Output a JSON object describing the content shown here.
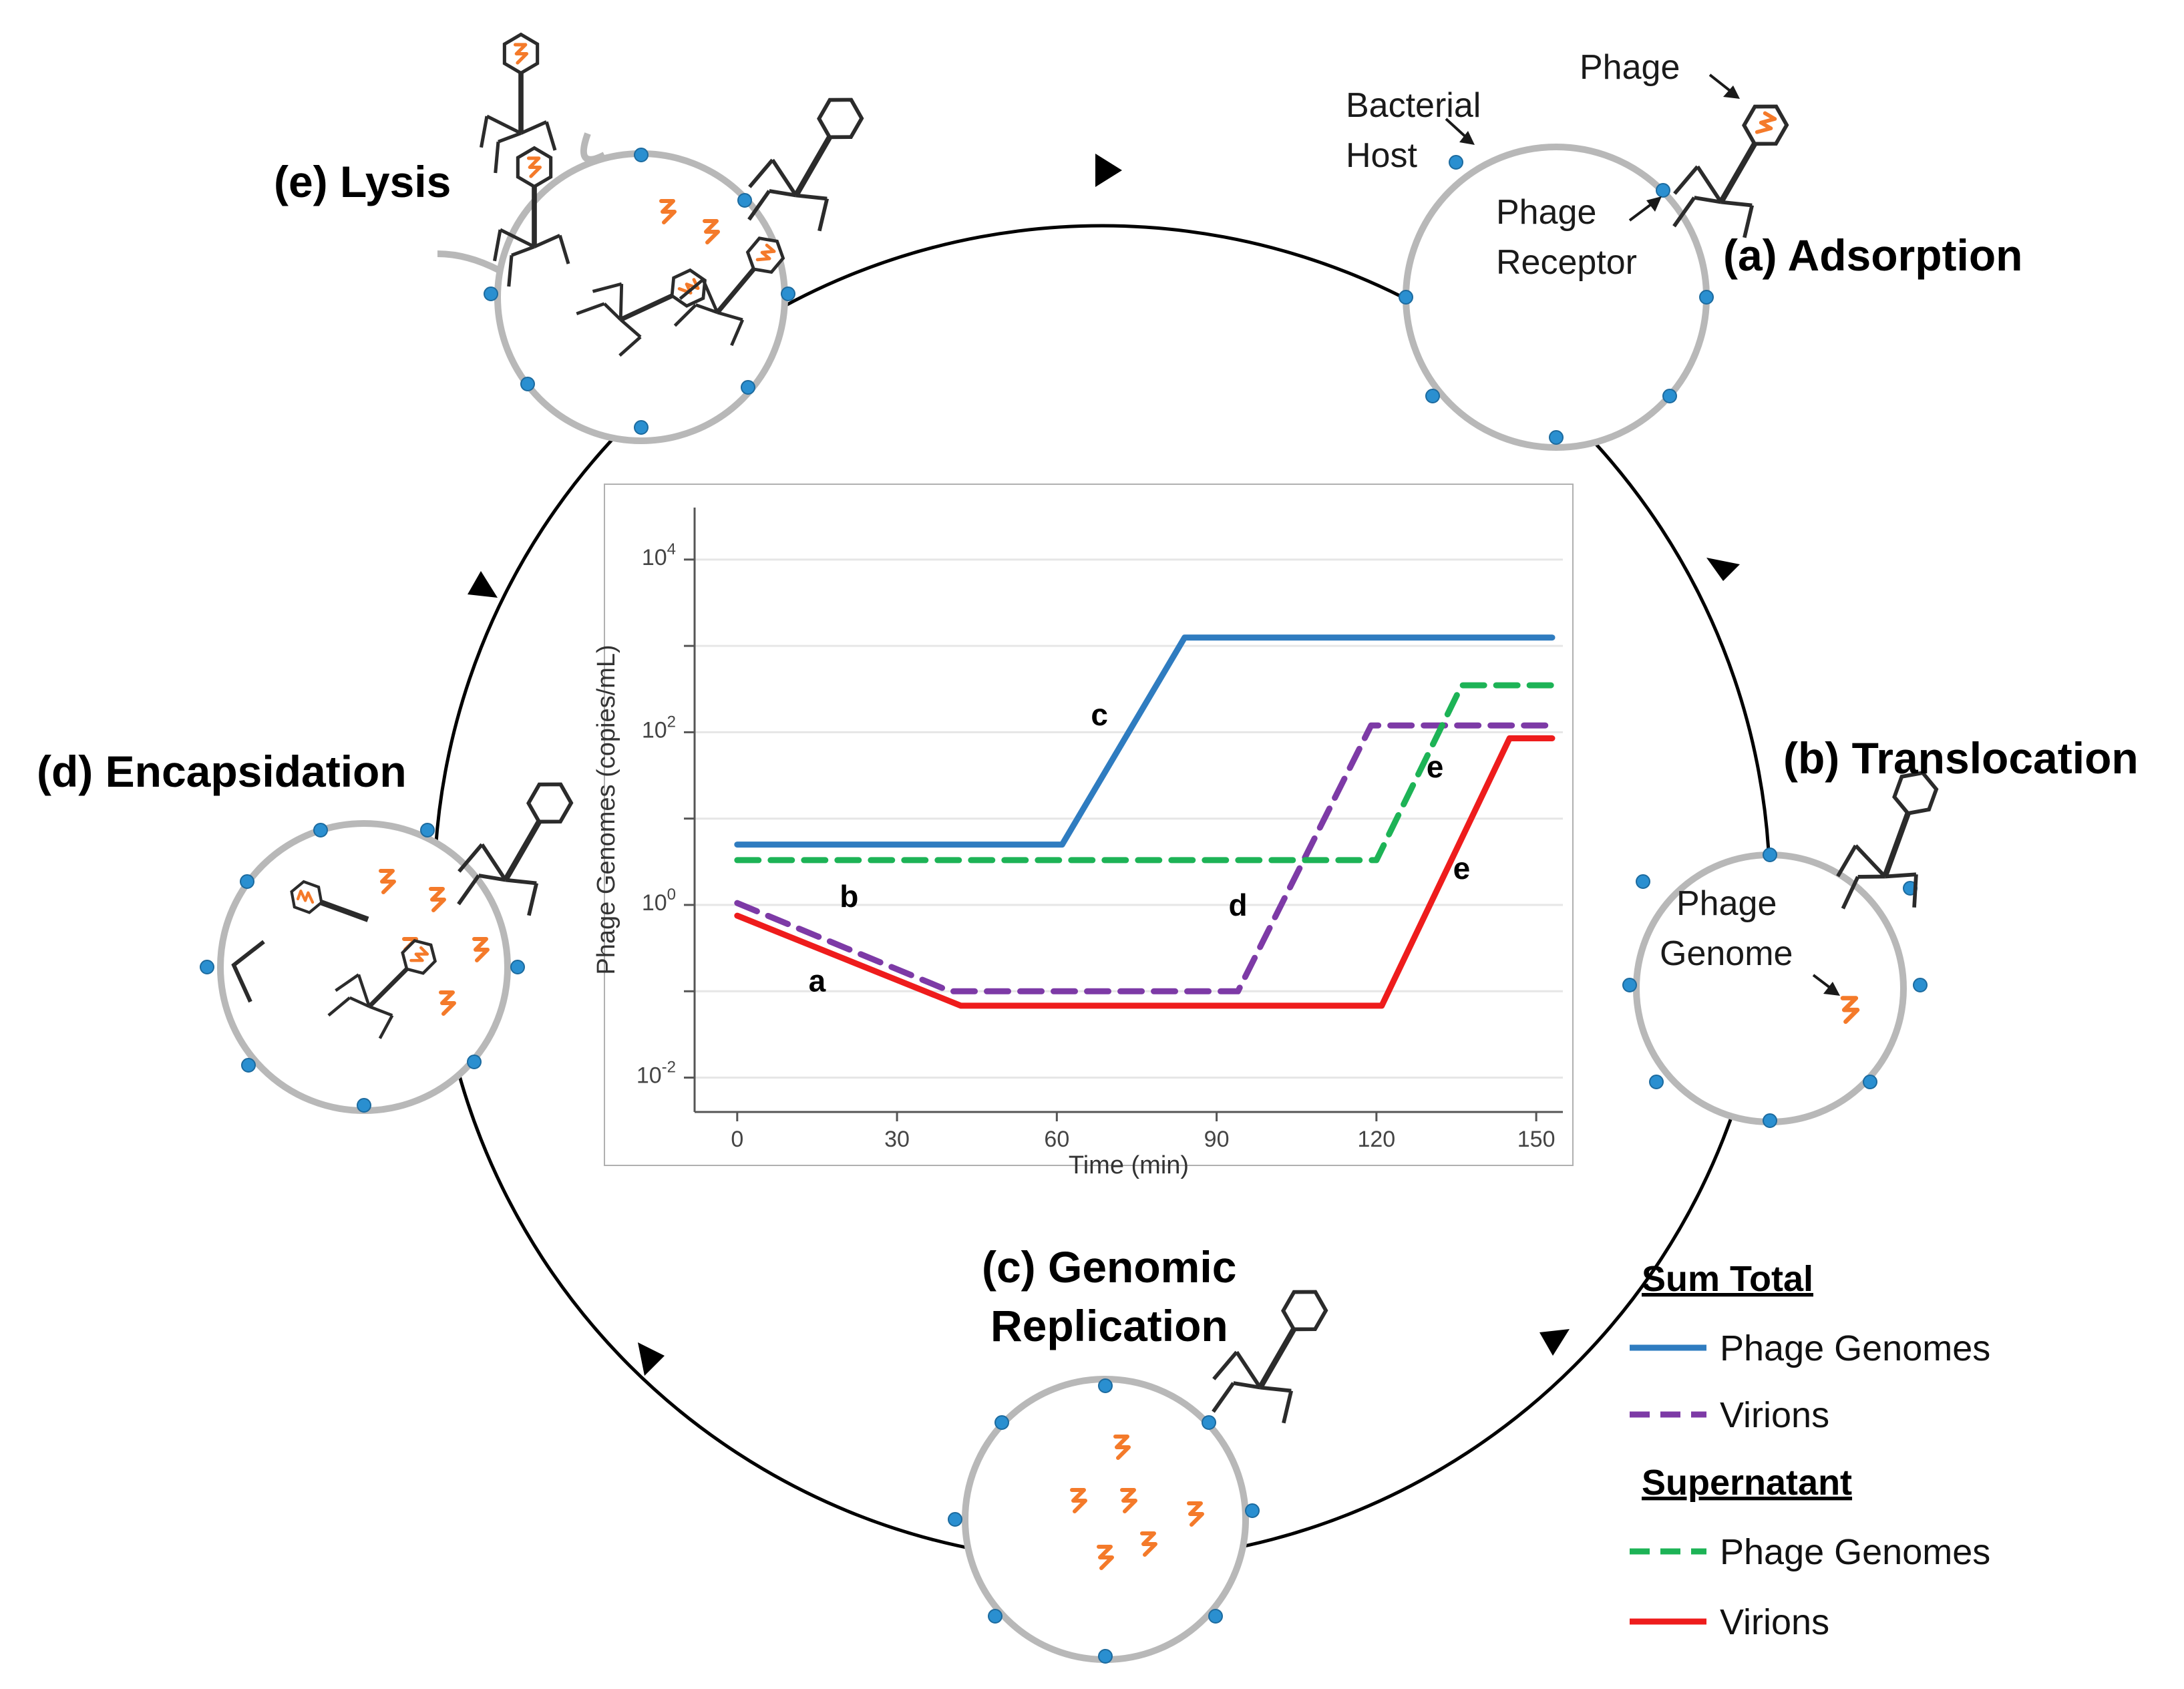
{
  "stages": {
    "adsorption": "(a) Adsorption",
    "translocation": "(b) Translocation",
    "replication_line1": "(c) Genomic",
    "replication_line2": "Replication",
    "encapsidation": "(d) Encapsidation",
    "lysis": "(e) Lysis"
  },
  "annotations": {
    "phage": "Phage",
    "bacterial_host_line1": "Bacterial",
    "bacterial_host_line2": "Host",
    "phage_receptor_line1": "Phage",
    "phage_receptor_line2": "Receptor",
    "phage_genome_line1": "Phage",
    "phage_genome_line2": "Genome"
  },
  "legend": {
    "group1_title": "Sum Total",
    "group1_item1": "Phage Genomes",
    "group1_item2": "Virions",
    "group2_title": "Supernatant",
    "group2_item1": "Phage Genomes",
    "group2_item2": "Virions"
  },
  "colors": {
    "blue": "#2f7cc0",
    "purple": "#7d3aa6",
    "green": "#1db356",
    "red": "#ee1c1c",
    "genome": "#f47a2a",
    "receptor": "#2a8fd0",
    "cell": "#b8b8b8"
  },
  "chart_data": {
    "type": "line",
    "xlabel": "Time (min)",
    "ylabel": "Phage Genomes (copies/mL)",
    "xlim": [
      -8,
      155
    ],
    "ylim": [
      0.004,
      40000
    ],
    "log_y": true,
    "x_ticks": [
      "0",
      "30",
      "60",
      "90",
      "120",
      "150"
    ],
    "y_ticks": [
      {
        "base": "10",
        "exp": "4",
        "value": 10000
      },
      {
        "base": "10",
        "exp": "2",
        "value": 100
      },
      {
        "base": "10",
        "exp": "0",
        "value": 1
      },
      {
        "base": "10",
        "exp": "-2",
        "value": 0.01
      }
    ],
    "grid": true,
    "series": [
      {
        "id": "sum_genomes",
        "color": "#2f7cc0",
        "dash": false,
        "points": [
          [
            0,
            5
          ],
          [
            61,
            5
          ],
          [
            84,
            1250
          ],
          [
            153,
            1250
          ]
        ]
      },
      {
        "id": "sum_virions",
        "color": "#7d3aa6",
        "dash": true,
        "points": [
          [
            0,
            1.05
          ],
          [
            40,
            0.1
          ],
          [
            94,
            0.1
          ],
          [
            119,
            120
          ],
          [
            153,
            120
          ]
        ]
      },
      {
        "id": "sup_genomes",
        "color": "#1db356",
        "dash": true,
        "points": [
          [
            0,
            3.3
          ],
          [
            120,
            3.3
          ],
          [
            136,
            350
          ],
          [
            153,
            350
          ]
        ]
      },
      {
        "id": "sup_virions",
        "color": "#ee1c1c",
        "dash": false,
        "points": [
          [
            0,
            0.75
          ],
          [
            42,
            0.068
          ],
          [
            121,
            0.068
          ],
          [
            145,
            85
          ],
          [
            153,
            85
          ]
        ]
      }
    ],
    "curve_labels": [
      {
        "text": "c",
        "x": 68,
        "y": 120
      },
      {
        "text": "b",
        "x": 21,
        "y": 0.95
      },
      {
        "text": "a",
        "x": 15,
        "y": 0.1
      },
      {
        "text": "d",
        "x": 94,
        "y": 0.75
      },
      {
        "text": "e",
        "x": 131,
        "y": 30
      },
      {
        "text": "e",
        "x": 136,
        "y": 2
      }
    ]
  }
}
